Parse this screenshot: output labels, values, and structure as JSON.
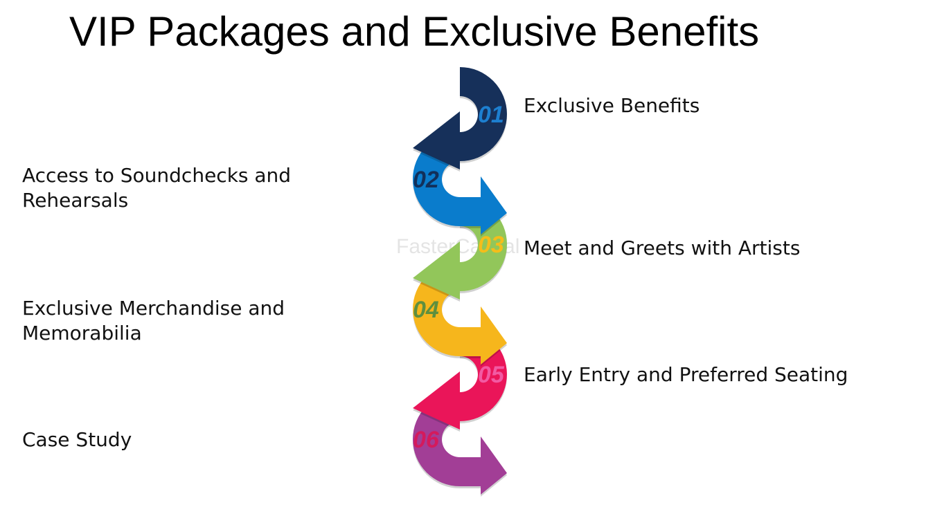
{
  "title": "VIP Packages and Exclusive Benefits",
  "watermark": "FasterCapital",
  "steps": [
    {
      "number": "01",
      "label": "Exclusive Benefits",
      "side": "right",
      "color": "#16305a",
      "number_color": "#1d7fd0"
    },
    {
      "number": "02",
      "label": "Access to Soundchecks and Rehearsals",
      "side": "left",
      "color": "#0a7ccc",
      "number_color": "#12305a"
    },
    {
      "number": "03",
      "label": "Meet and Greets with Artists",
      "side": "right",
      "color": "#92c65a",
      "number_color": "#f5bd1a"
    },
    {
      "number": "04",
      "label": "Exclusive Merchandise and Memorabilia",
      "side": "left",
      "color": "#f6b61c",
      "number_color": "#5e8f3e"
    },
    {
      "number": "05",
      "label": "Early Entry and Preferred Seating",
      "side": "right",
      "color": "#ea1559",
      "number_color": "#f25aa3"
    },
    {
      "number": "06",
      "label": "Case Study",
      "side": "left",
      "color": "#a23e96",
      "number_color": "#d41a5c"
    }
  ]
}
